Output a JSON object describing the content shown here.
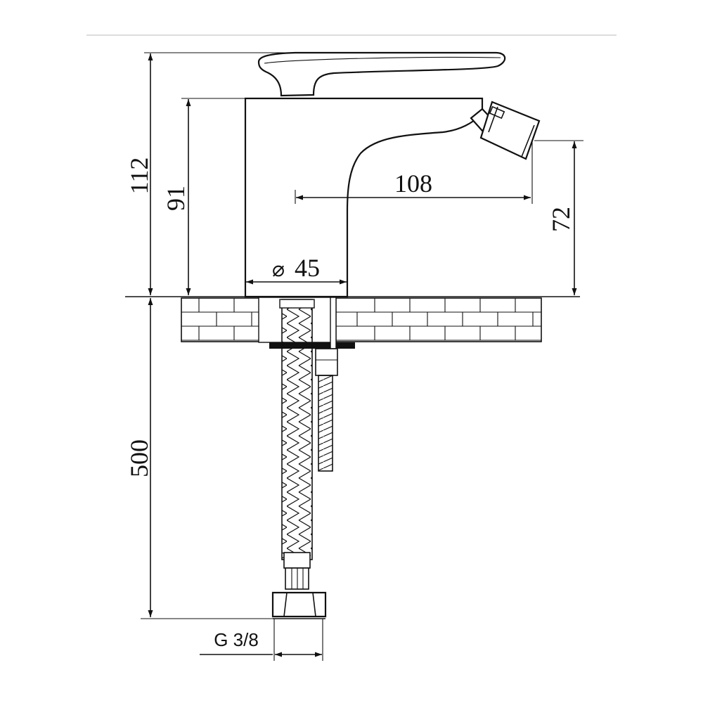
{
  "drawing": {
    "dimensions": {
      "total_height": "112",
      "body_height": "91",
      "spout_reach": "108",
      "outlet_height": "72",
      "base_diameter": "45",
      "diameter_symbol": "⌀",
      "hose_length": "500",
      "thread": "G 3/8"
    }
  }
}
